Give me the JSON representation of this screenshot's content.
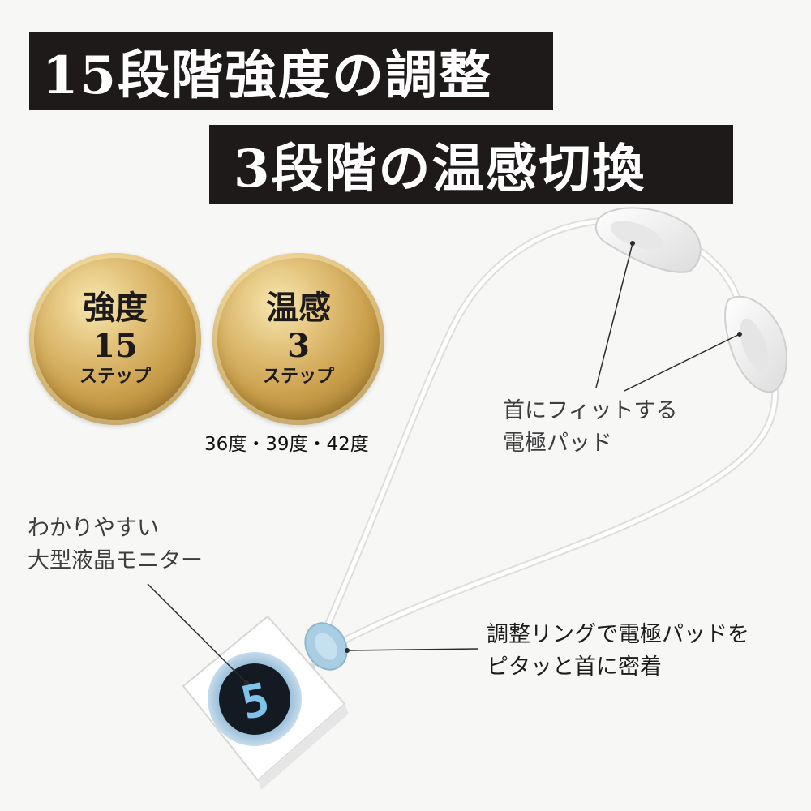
{
  "headline": {
    "line1": "15段階強度の調整",
    "line2": "3段階の温感切換"
  },
  "badges": [
    {
      "label": "強度",
      "value": "15",
      "unit": "ステップ"
    },
    {
      "label": "温感",
      "value": "3",
      "unit": "ステップ"
    }
  ],
  "temperatures": "36度・39度・42度",
  "callouts": {
    "pad": [
      "首にフィットする",
      "電極パッド"
    ],
    "monitor": [
      "わかりやすい",
      "大型液晶モニター"
    ],
    "ring": [
      "調整リングで電極パッドを",
      "ピタッと首に密着"
    ]
  },
  "display_digit": "5",
  "colors": {
    "title_bg": "#1d1a19",
    "gold": "#c99e4a",
    "display_ring": "#9fc3dc",
    "ring_part": "#a9cde3"
  }
}
